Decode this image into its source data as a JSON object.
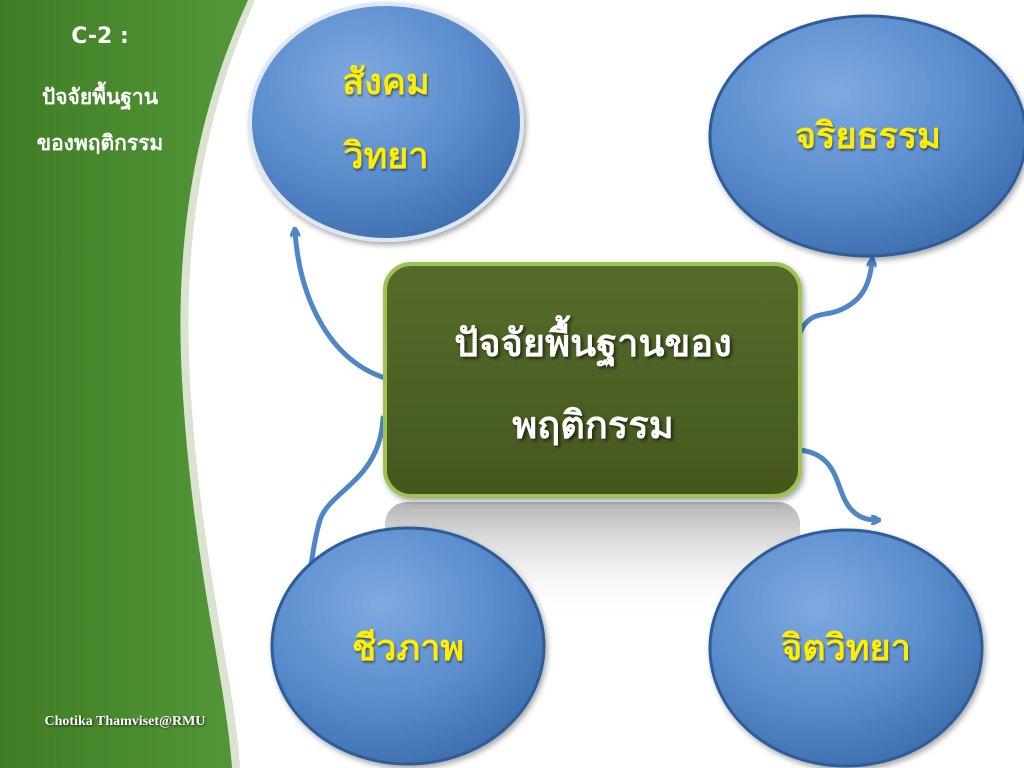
{
  "sidebar": {
    "code": "C-2 :",
    "title_line1": "ปัจจัยพื้นฐาน",
    "title_line2": "ของพฤติกรรม",
    "credit": "Chotika Thamviset@RMU"
  },
  "center": {
    "line1": "ปัจจัยพื้นฐานของ",
    "line2": "พฤติกรรม"
  },
  "nodes": {
    "sociology_line1": "สังคม",
    "sociology_line2": "วิทยา",
    "ethics": "จริยธรรม",
    "biology": "ชีวภาพ",
    "psychology": "จิตวิทยา"
  },
  "colors": {
    "sidebar_green": "#4a8a2c",
    "circle_blue": "#5b8fd0",
    "center_box": "#4c6024",
    "label_yellow": "#ffee00",
    "arrow_blue": "#4f86c6"
  }
}
